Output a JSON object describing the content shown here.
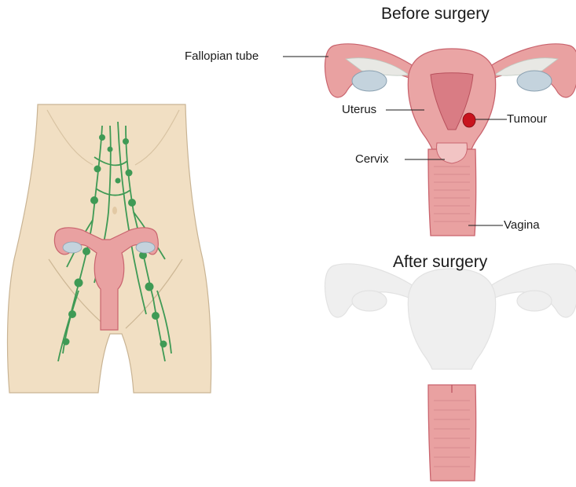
{
  "headings": {
    "before": "Before surgery",
    "after": "After surgery"
  },
  "labels": {
    "fallopian_tube": "Fallopian tube",
    "uterus": "Uterus",
    "tumour": "Tumour",
    "cervix": "Cervix",
    "vagina": "Vagina"
  },
  "colors": {
    "skin": "#f1dfc3",
    "skin_outline": "#c9b494",
    "tissue": "#e9a1a1",
    "tissue_dark": "#c9646e",
    "ovary": "#c4d3dd",
    "lymph": "#3f9a55",
    "tumour": "#c8141e",
    "removed_gray": "#ececec"
  }
}
